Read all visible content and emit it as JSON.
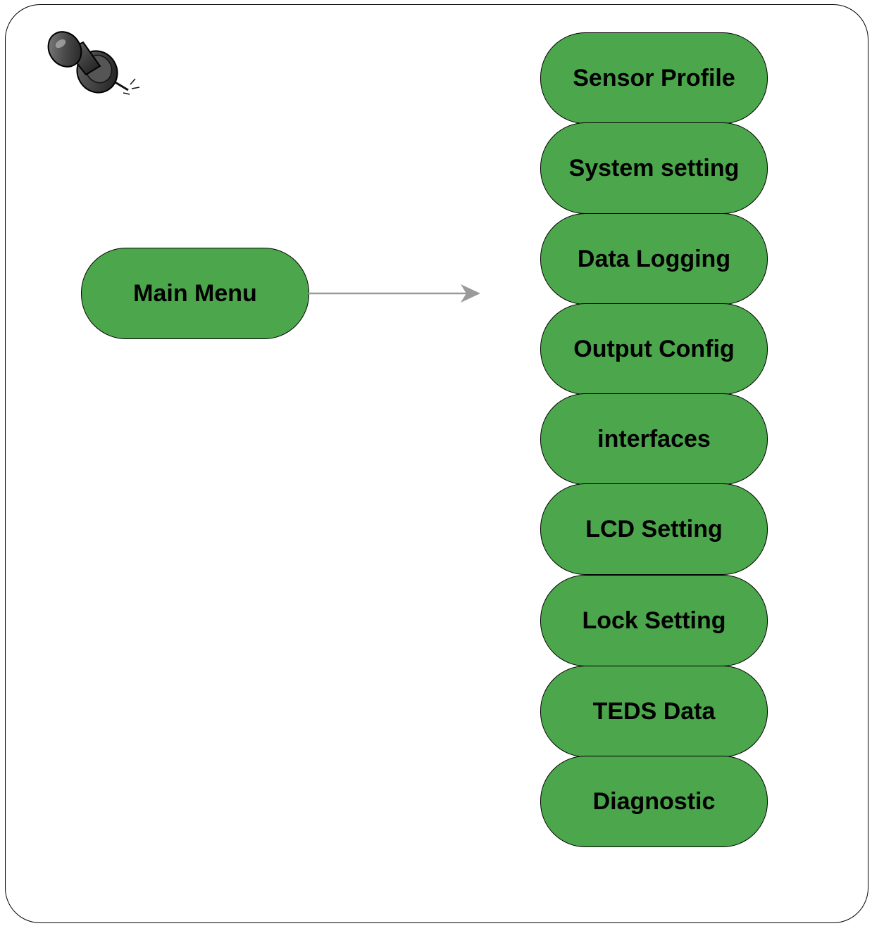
{
  "colors": {
    "node_fill": "#4ca64c",
    "connector": "#9a9a9a",
    "border": "#000000"
  },
  "diagram": {
    "source_node": {
      "label": "Main Menu"
    },
    "menu_items": [
      {
        "label": "Sensor Profile"
      },
      {
        "label": "System setting"
      },
      {
        "label": "Data Logging"
      },
      {
        "label": "Output Config"
      },
      {
        "label": "interfaces"
      },
      {
        "label": "LCD Setting"
      },
      {
        "label": "Lock Setting"
      },
      {
        "label": "TEDS Data"
      },
      {
        "label": "Diagnostic"
      }
    ]
  },
  "icons": {
    "pin": "pushpin-icon"
  }
}
